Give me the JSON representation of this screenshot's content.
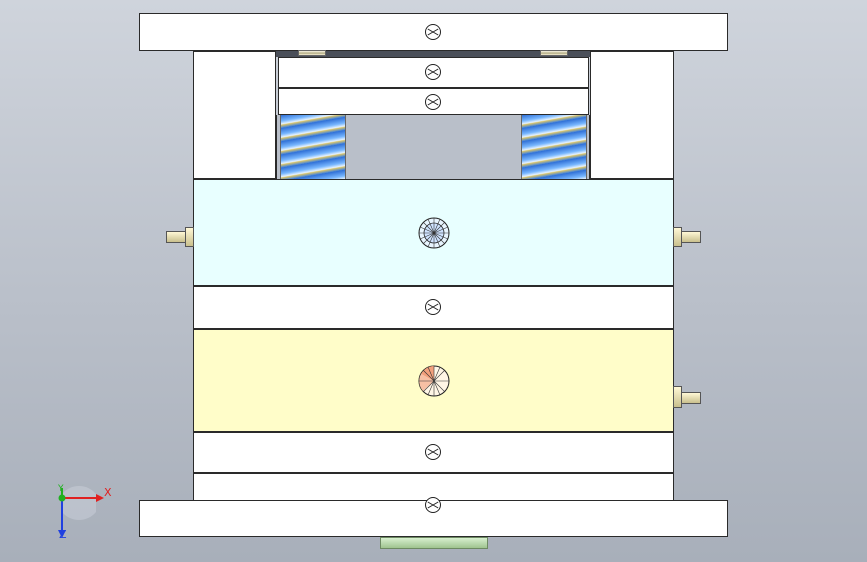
{
  "triad": {
    "x_label": "X",
    "y_label": "Y",
    "z_label": "Z",
    "x_color": "#e02020",
    "y_color": "#20b020",
    "z_color": "#2040e0"
  },
  "colors": {
    "cavity_plate": "#e8ffff",
    "core_plate": "#fffdc9",
    "spring": "#3c7fe0"
  }
}
